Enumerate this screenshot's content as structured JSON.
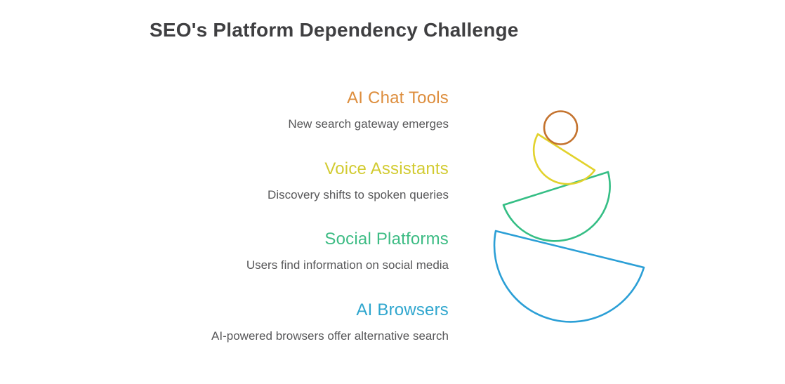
{
  "title": {
    "text": "SEO's Platform Dependency Challenge",
    "color": "#3f3f41"
  },
  "items": [
    {
      "label": "AI Chat Tools",
      "label_color": "#dd8d3c",
      "description": "New search gateway emerges"
    },
    {
      "label": "Voice Assistants",
      "label_color": "#d2cb31",
      "description": "Discovery shifts to spoken queries"
    },
    {
      "label": "Social Platforms",
      "label_color": "#3dbc84",
      "description": "Users find information on social media"
    },
    {
      "label": "AI Browsers",
      "label_color": "#2fa6ce",
      "description": "AI-powered browsers offer alternative search"
    }
  ],
  "description_text_color": "#58585a",
  "illustration": {
    "name": "balancing-stack-of-outlined-bowls",
    "circle_color": "#c4732e",
    "small_bowl_color": "#e2d22c",
    "medium_bowl_color": "#35be85",
    "large_bowl_color": "#2b9fd6"
  }
}
